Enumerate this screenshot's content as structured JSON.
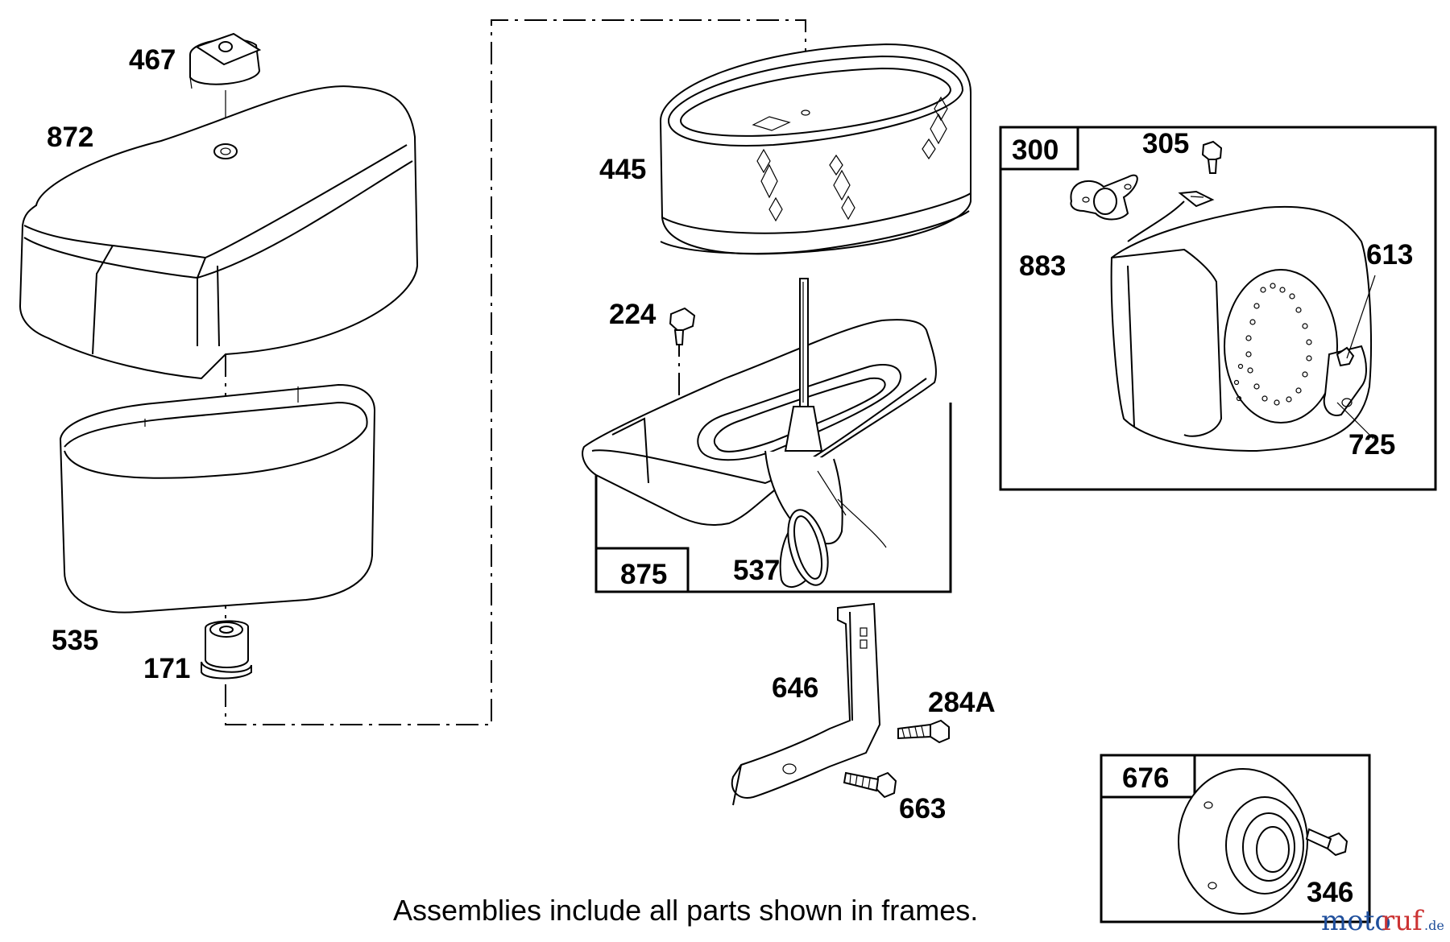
{
  "parts": {
    "p467": "467",
    "p872": "872",
    "p535": "535",
    "p171": "171",
    "p445": "445",
    "p224": "224",
    "p875": "875",
    "p537": "537",
    "p646": "646",
    "p284a": "284A",
    "p663": "663",
    "p300": "300",
    "p305": "305",
    "p883": "883",
    "p613": "613",
    "p725": "725",
    "p676": "676",
    "p346": "346"
  },
  "caption": "Assemblies include all parts shown in frames.",
  "watermark": {
    "part_a": "moto",
    "part_b": "ruf",
    "part_c": ".de"
  },
  "icons": [
    "air-filter-cover-icon",
    "pre-cleaner-icon",
    "air-filter-cartridge-icon",
    "air-filter-base-icon",
    "muffler-icon",
    "bracket-icon",
    "screw-icon",
    "muffler-guard-icon"
  ],
  "colors": {
    "line": "#000000",
    "background": "#ffffff",
    "watermark_blue": "#1f4f9c",
    "watermark_red": "#cc3333"
  }
}
